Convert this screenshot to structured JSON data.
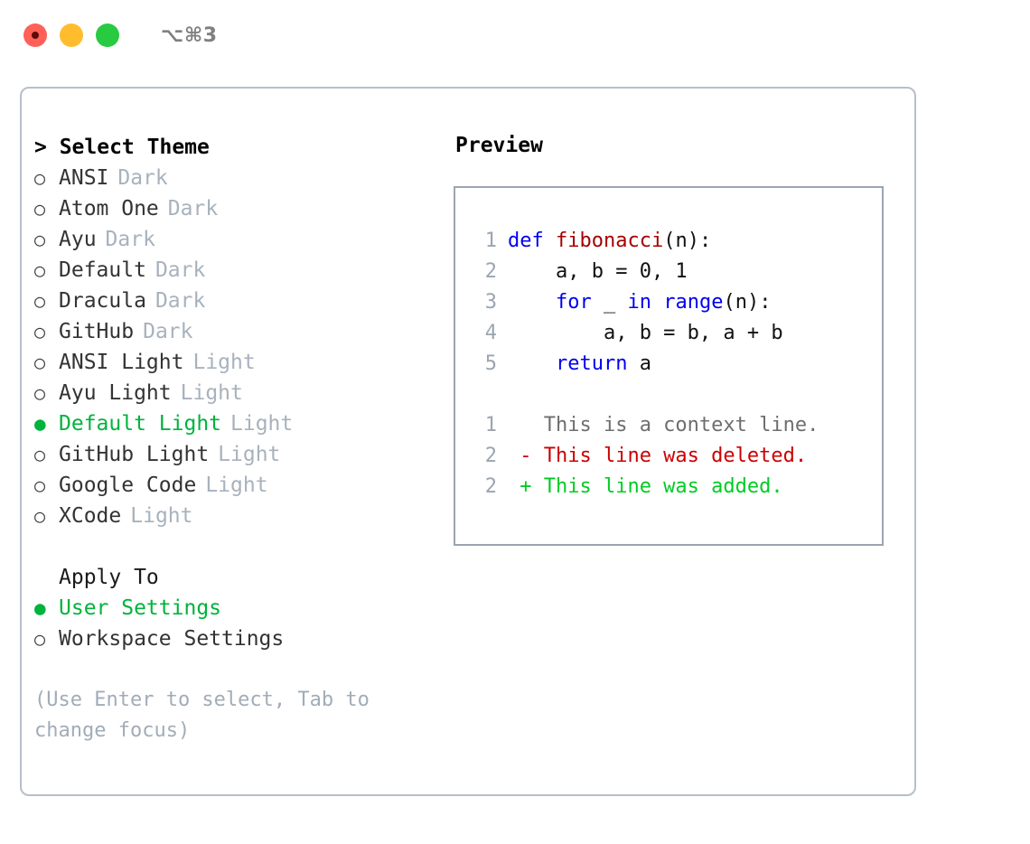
{
  "titlebar": {
    "lights": [
      {
        "name": "close",
        "color": "#ff6058"
      },
      {
        "name": "minimize",
        "color": "#ffbd2e"
      },
      {
        "name": "zoom",
        "color": "#28ca41"
      }
    ],
    "shortcut": "⌥⌘3"
  },
  "theme_section": {
    "header": "> Select Theme",
    "items": [
      {
        "marker": "○",
        "label": "ANSI",
        "category": "Dark",
        "selected": false
      },
      {
        "marker": "○",
        "label": "Atom One",
        "category": "Dark",
        "selected": false
      },
      {
        "marker": "○",
        "label": "Ayu",
        "category": "Dark",
        "selected": false
      },
      {
        "marker": "○",
        "label": "Default",
        "category": "Dark",
        "selected": false
      },
      {
        "marker": "○",
        "label": "Dracula",
        "category": "Dark",
        "selected": false
      },
      {
        "marker": "○",
        "label": "GitHub",
        "category": "Dark",
        "selected": false
      },
      {
        "marker": "○",
        "label": "ANSI Light",
        "category": "Light",
        "selected": false
      },
      {
        "marker": "○",
        "label": "Ayu Light",
        "category": "Light",
        "selected": false
      },
      {
        "marker": "●",
        "label": "Default Light",
        "category": "Light",
        "selected": true
      },
      {
        "marker": "○",
        "label": "GitHub Light",
        "category": "Light",
        "selected": false
      },
      {
        "marker": "○",
        "label": "Google Code",
        "category": "Light",
        "selected": false
      },
      {
        "marker": "○",
        "label": "XCode",
        "category": "Light",
        "selected": false
      }
    ]
  },
  "apply_section": {
    "header": "Apply To",
    "items": [
      {
        "marker": "●",
        "label": "User Settings",
        "selected": true
      },
      {
        "marker": "○",
        "label": "Workspace Settings",
        "selected": false
      }
    ]
  },
  "hint": "(Use Enter to select, Tab to\nchange focus)",
  "preview": {
    "title": "Preview",
    "code_lines": [
      {
        "num": "1",
        "tokens": [
          {
            "text": "def ",
            "kind": "kw"
          },
          {
            "text": "fibonacci",
            "kind": "fn"
          },
          {
            "text": "(n):",
            "kind": "pl"
          }
        ]
      },
      {
        "num": "2",
        "tokens": [
          {
            "text": "    a, b = 0, 1",
            "kind": "pl"
          }
        ]
      },
      {
        "num": "3",
        "tokens": [
          {
            "text": "    ",
            "kind": "pl"
          },
          {
            "text": "for",
            "kind": "kw"
          },
          {
            "text": " _ ",
            "kind": "pl"
          },
          {
            "text": "in range",
            "kind": "kw"
          },
          {
            "text": "(n):",
            "kind": "pl"
          }
        ]
      },
      {
        "num": "4",
        "tokens": [
          {
            "text": "        a, b = b, a + b",
            "kind": "pl"
          }
        ]
      },
      {
        "num": "5",
        "tokens": [
          {
            "text": "    ",
            "kind": "pl"
          },
          {
            "text": "return",
            "kind": "kw"
          },
          {
            "text": " a",
            "kind": "pl"
          }
        ]
      }
    ],
    "diff_lines": [
      {
        "num": "1",
        "tokens": [
          {
            "text": "   This is a context line.",
            "kind": "ctx"
          }
        ]
      },
      {
        "num": "2",
        "tokens": [
          {
            "text": " - This line was deleted.",
            "kind": "del"
          }
        ]
      },
      {
        "num": "2",
        "tokens": [
          {
            "text": " + This line was added.",
            "kind": "add"
          }
        ]
      }
    ]
  },
  "colors": {
    "accent_green": "#00b33c",
    "keyword_blue": "#0000ee",
    "function_red": "#a50000",
    "diff_added": "#00cc22",
    "diff_deleted": "#cc0000",
    "muted": "#a8b2bd",
    "border": "#b6bfca"
  }
}
